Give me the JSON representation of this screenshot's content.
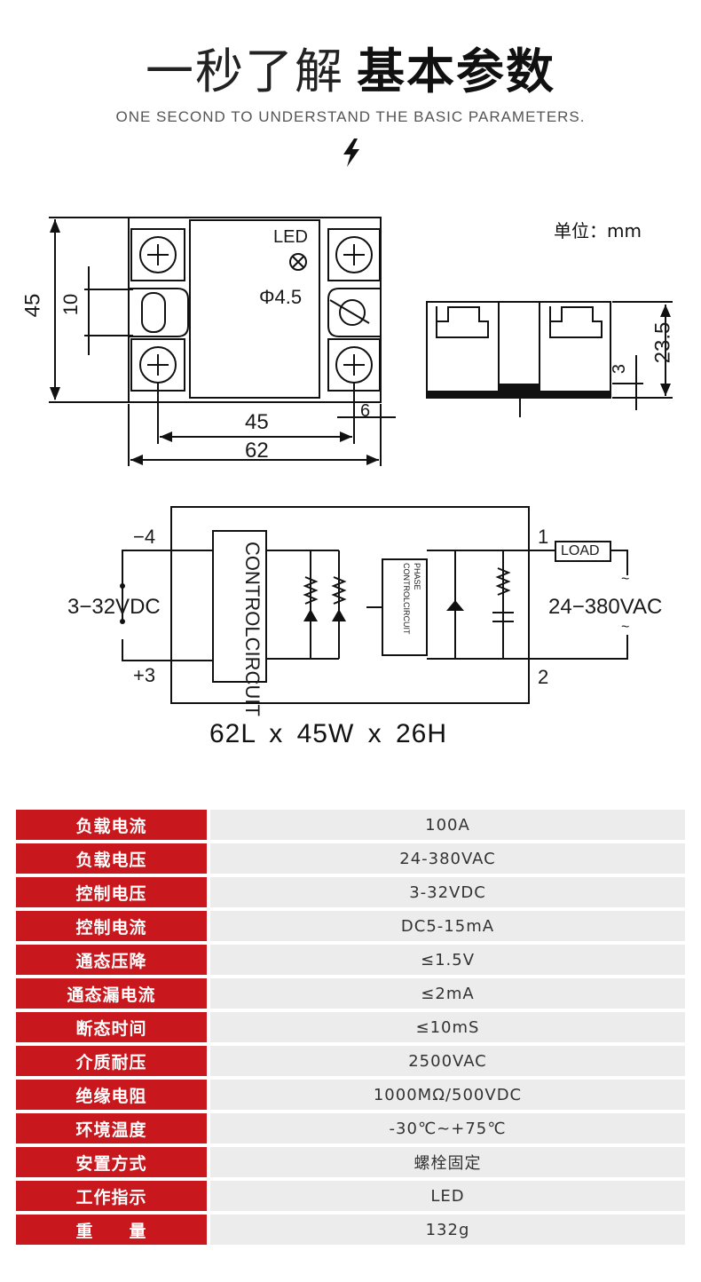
{
  "header": {
    "title_light": "一秒了解",
    "title_bold": "基本参数",
    "subtitle": "ONE SECOND TO UNDERSTAND THE BASIC PARAMETERS."
  },
  "unit_label": "单位：mm",
  "front_view": {
    "led_label": "LED",
    "hole_label": "Φ4.5",
    "dim_height": "45",
    "dim_inner": "10",
    "dim_screw_span": "45",
    "dim_offset": "6",
    "dim_width": "62"
  },
  "side_view": {
    "dim_height": "23.5",
    "dim_base": "3"
  },
  "circuit": {
    "neg_terminal": "−4",
    "pos_terminal": "+3",
    "input_voltage": "3−32VDC",
    "control_block": [
      "CONTROL",
      "CIRCUIT"
    ],
    "phase_block": [
      "PHASE CONTROL",
      "CIRCUIT"
    ],
    "terminal_1": "1",
    "terminal_2": "2",
    "load_label": "LOAD",
    "output_voltage": "24−380VAC",
    "tilde": "~"
  },
  "dimensions_caption": "62L x 45W x 26H",
  "specs": [
    {
      "label": "负载电流",
      "value": "100A"
    },
    {
      "label": "负载电压",
      "value": "24-380VAC"
    },
    {
      "label": "控制电压",
      "value": "3-32VDC"
    },
    {
      "label": "控制电流",
      "value": "DC5-15mA"
    },
    {
      "label": "通态压降",
      "value": "≤1.5V"
    },
    {
      "label": "通态漏电流",
      "value": "≤2mA"
    },
    {
      "label": "断态时间",
      "value": "≤10mS"
    },
    {
      "label": "介质耐压",
      "value": "2500VAC"
    },
    {
      "label": "绝缘电阻",
      "value": "1000MΩ/500VDC"
    },
    {
      "label": "环境温度",
      "value": "-30℃~+75℃"
    },
    {
      "label": "安置方式",
      "value": "螺栓固定"
    },
    {
      "label": "工作指示",
      "value": "LED"
    },
    {
      "label": "重　　量",
      "value": "132g"
    }
  ],
  "colors": {
    "label_bg": "#c8171d",
    "value_bg": "#ececec",
    "line": "#111111"
  },
  "icons": [
    "lightning-bolt-icon",
    "led-indicator-icon",
    "screw-terminal-icon"
  ]
}
